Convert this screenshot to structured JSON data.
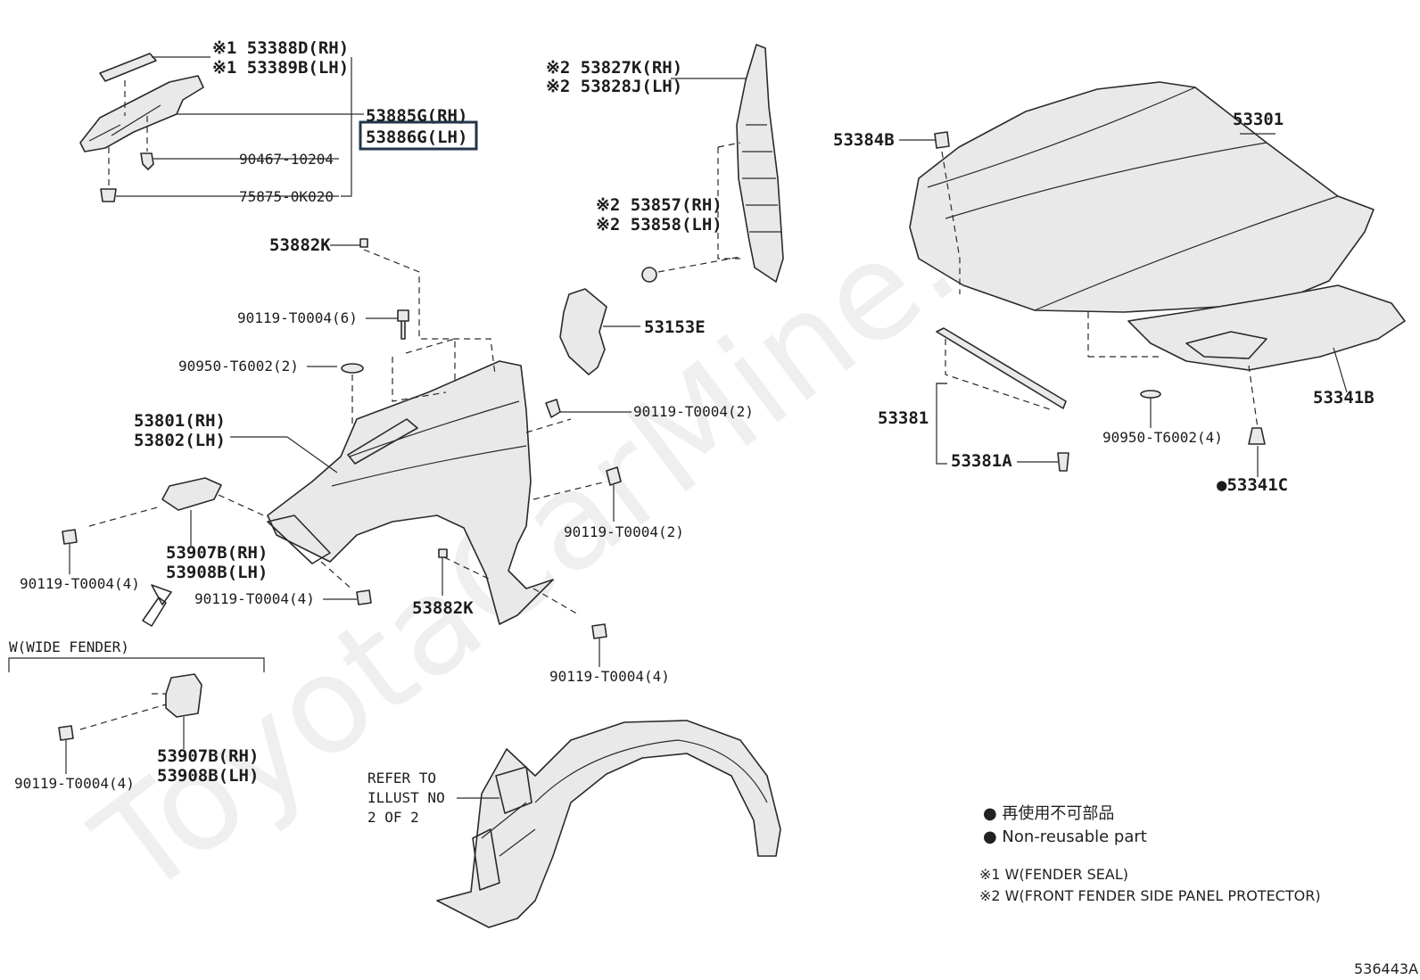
{
  "labels": {
    "p53388D": "※1 53388D(RH)",
    "p53389B": "※1 53389B(LH)",
    "p53885G": "53885G(RH)",
    "p53886G": "53886G(LH)",
    "p90467": "90467-10204",
    "p75875": "75875-0K020",
    "p53827K": "※2 53827K(RH)",
    "p53828J": "※2 53828J(LH)",
    "p53857": "※2 53857(RH)",
    "p53858": "※2 53858(LH)",
    "p53882K_a": "53882K",
    "p90119_6": "90119-T0004(6)",
    "p90950_2": "90950-T6002(2)",
    "p53153E": "53153E",
    "p90119_2a": "90119-T0004(2)",
    "p53801": "53801(RH)",
    "p53802": "53802(LH)",
    "p90119_2b": "90119-T0004(2)",
    "p53907B_a": "53907B(RH)",
    "p53908B_a": "53908B(LH)",
    "p90119_4a": "90119-T0004(4)",
    "p90119_4b": "90119-T0004(4)",
    "p53882K_b": "53882K",
    "p90119_4c": "90119-T0004(4)",
    "wide_fender": "W(WIDE FENDER)",
    "p90119_4d": "90119-T0004(4)",
    "p53907B_b": "53907B(RH)",
    "p53908B_b": "53908B(LH)",
    "refer1": "REFER TO",
    "refer2": "ILLUST NO",
    "refer3": "2 OF 2",
    "p53384B": "53384B",
    "p53301": "53301",
    "p53381": "53381",
    "p53381A": "53381A",
    "p90950_4": "90950-T6002(4)",
    "p53341B": "53341B",
    "p53341C": "●53341C"
  },
  "legend": {
    "jp": "● 再使用不可部品",
    "en": "● Non-reusable part",
    "note1": "※1 W(FENDER SEAL)",
    "note2": "※2 W(FRONT FENDER SIDE PANEL PROTECTOR)"
  },
  "watermark": "ToyotaCarMine.ru",
  "figure_id": "536443A"
}
